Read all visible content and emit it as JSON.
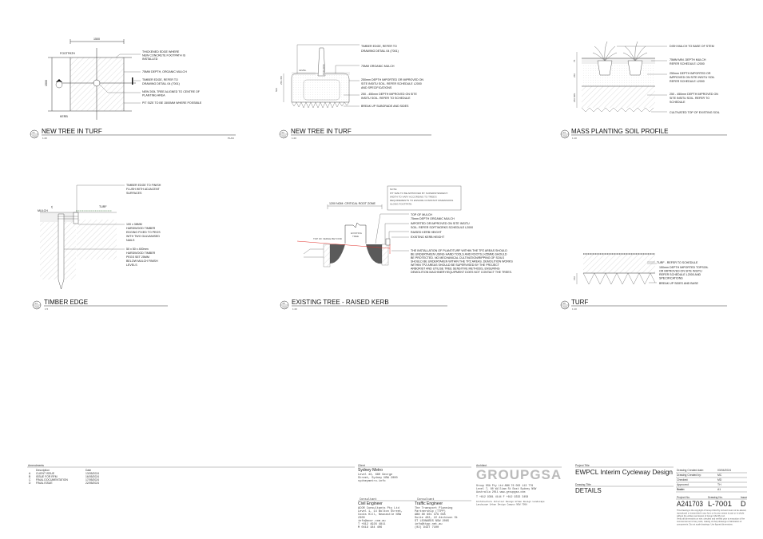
{
  "details": [
    {
      "num": "01",
      "ref": "7001",
      "title": "NEW TREE IN TURF",
      "scale": "1:20",
      "view": "PLAN",
      "dim": "1500",
      "labels": {
        "footpath": "FOOTPATH",
        "kerb": "KERB"
      },
      "notes": [
        "THICKENED EDGE WHERE",
        "NEW CONCRETE FOOTPATH IS",
        "INSTALLED",
        "75MM DEPTH, ORGANIC MULCH",
        "TIMBER EDGE, REFER TO",
        "DRAWING DETAIL 04 (7001)",
        "NEW 200L TREE ALIGNED TO CENTRE OF",
        "PLANTING AREA",
        "PIT SIZE TO BE 1500MM WHERE POSSIBLE"
      ]
    },
    {
      "num": "02",
      "ref": "7001",
      "title": "NEW TREE IN TURF",
      "scale": "1:20",
      "labels": {
        "vertical": "VERTICAL",
        "level": "LEVEL",
        "dim1": "250-450",
        "dim2": "500"
      },
      "notes": [
        "TIMBER EDGE, REFER TO",
        "DRAWING DETAIL 04 (7001)",
        "75MM ORGANIC MULCH",
        "250mm DEPTH IMPORTED OR IMPROVED ON",
        "SITE INSITU SOIL. REFER SCHEDULE L2000",
        "AND SPECIFICATIONS",
        "250 - 450mm DEPTH IMPROVED ON SITE",
        "INSITU SOIL. REFER TO SCHEDULE",
        "BREAK UP SUBGRADE AND SIDES"
      ]
    },
    {
      "num": "03",
      "ref": "7001",
      "title": "MASS PLANTING SOIL PROFILE",
      "scale": "1:10",
      "labels": {
        "dim1": "75",
        "dim2": "250",
        "dim3": "250 MIN."
      },
      "notes": [
        "DISH MULCH TO BASE OF STEM",
        "75MM MIN. DEPTH MULCH",
        "REFER SCHEDULE L2000",
        "250mm DEPTH IMPORTED OR",
        "IMPROVED ON SITE INSITU SOIL",
        "REFER SCHEDULE L2000",
        "250 - 450mm DEPTH IMPROVED ON",
        "SITE INSITU SOIL. REFER TO",
        "SCHEDULE",
        "CULTIVATED TOP OF EXISTING SOIL"
      ]
    },
    {
      "num": "04",
      "ref": "7001",
      "title": "TIMBER EDGE",
      "scale": "1:5",
      "labels": {
        "mulch": "MULCH",
        "turf": "TURF",
        "dim": "25"
      },
      "notes": [
        "TIMBER EDGE TO FINISH",
        "FLUSH WITH ADJACENT",
        "SURFACES",
        "100 x 38MM",
        "HARDWOOD TIMBER",
        "EDGING FIXED TO PEGS",
        "WITH TWO GALVANISED",
        "NAILS",
        "50 x 50 x 400mm",
        "HARDWOOD TIMBER",
        "PEGS SET 25MM",
        "BELOW MULCH FINISH",
        "LEVELS"
      ]
    },
    {
      "num": "05",
      "ref": "7001",
      "title": "EXISTING TREE - RAISED KERB",
      "scale": "1:20",
      "labels": {
        "crz": "1200 NOM. CRITICAL ROOT ZONE",
        "tree1": "EXISTING",
        "tree2": "TREE",
        "verge": "TOP OF VERGE BEYOND"
      },
      "note_box": [
        "NOTE:",
        "PIT SIZE TO BE APPROVED BY SUPERINTENDENT.",
        "WIDTH TO VARY ACCORDING TO TREE'S",
        "REQUIREMENTS TO ENSURE CONSTANT DIMENSIONS",
        "ALONG FOOTPATH."
      ],
      "notes": [
        "TOP OF MULCH",
        "75mm DEPTH ORGANIC MULCH",
        "IMPORTED OR IMPROVED ON SITE INSITU",
        "SOIL. REFER SOFTWORKS SCHEDULE L2000",
        "RAISED KERB HEIGHT",
        "EXISTING KERB HEIGHT"
      ],
      "paragraph": [
        "THE INSTALLATION OF PLANT/TURF WITHIN THE TPZ AREAS SHOULD",
        "BE UNDERTAKEN USING HAND TOOLS AND ROOTS (>25MM) SHOULD",
        "BE PROTECTED. NO MECHANICAL CULTIVATION/RIPPING OF SOILS",
        "SHOULD BE UNDERTAKEN WITHIN THE TPZ AREAS. DEMOLITION WORKS",
        "WITHIN TPZ AREAS SHOULD BE SUPERVISED BY THE PROJECT",
        "ARBORIST AND UTILISE TREE SENSITIVE METHODS, ENSURING",
        "DEMOLITION MACHINERY/EQUIPMENT DOES NOT CONTACT THE TREES."
      ]
    },
    {
      "num": "06",
      "ref": "7001",
      "title": "TURF",
      "scale": "1:10",
      "labels": {
        "dim": "150"
      },
      "notes": [
        "TURF - REFER TO SCHEDULE",
        "150mm DEPTH IMPORTED TOPSOIL",
        "OR IMPROVED ON SITE INSITU",
        "REFER SCHEDULE L2000 AND",
        "SPECIFICATIONS",
        "BREAK UP SIDES AND BASE"
      ]
    }
  ],
  "title_block": {
    "amendments": {
      "heading": "Amendments",
      "col_desc": "Description",
      "col_date": "Date",
      "rows": [
        {
          "rev": "A",
          "desc": "CLIENT ISSUE",
          "date": "13/05/2024"
        },
        {
          "rev": "B",
          "desc": "ISSUE FOR RFM",
          "date": "16/05/2024"
        },
        {
          "rev": "C",
          "desc": "FINAL DOCUMENTATION",
          "date": "17/05/2024"
        },
        {
          "rev": "D",
          "desc": "FINAL ISSUE",
          "date": "22/05/2024"
        }
      ]
    },
    "client": {
      "heading": "Client",
      "name": "Sydney Metro",
      "lines": [
        "Level 43, 680 George",
        "Street, Sydney NSW 2000",
        "sydneymetro.info"
      ]
    },
    "consultants": [
      {
        "heading": "Consultant",
        "role": "Civil Engineer",
        "lines": [
          "ACOR Consultants Pty Ltd",
          "Level 1, 14 Bolton Street,",
          "Cooks Hill, Newcastle NSW",
          "2300",
          "info@acor.com.au",
          "T +612 4926 4811",
          "M 0419 184 406"
        ]
      },
      {
        "heading": "Consultant",
        "role": "Traffic Engineer",
        "lines": [
          "The Transport Planning",
          "Partnership (TTPP)",
          "ABN 80 601 379 095",
          "Suite 402, 22 Atchison St",
          "ST LEONARDS NSW 2065",
          "info@ttpp.net.au",
          "(02) 9437 7100"
        ]
      }
    ],
    "architect": {
      "heading": "Architect",
      "logo": "GROUPGSA",
      "lines": [
        "Group GSA Pty Ltd  ABN 76 002 113 779",
        "Level 7, 80 William St East Sydney NSW",
        "Australia 2011        www.groupgsa.com",
        "T +612 9361 4144       F +612 9332 3458",
        "Architecture Interior Design Urban Design Landscape",
        "Landscape Urban Design Campus            NSW 7098"
      ]
    },
    "project_title_label": "Project Title",
    "project_title": "EWPCL Interim Cycleway Design",
    "drawing_title_label": "Drawing Title",
    "drawing_title": "DETAILS",
    "meta": [
      {
        "k": "Drawing Created date:",
        "v": "03/04/2024"
      },
      {
        "k": "Drawing Created by:",
        "v": "MC"
      },
      {
        "k": "Checked:",
        "v": "MD"
      },
      {
        "k": "Approved:",
        "v": "TH"
      },
      {
        "k": "Scale:",
        "v": "A1"
      }
    ],
    "project_no_label": "Project No.",
    "project_no": "A241703",
    "drawing_no_label": "Drawing No.",
    "drawing_no": "L-7001",
    "issue_label": "Issue",
    "issue": "D",
    "disclaimer": [
      "This drawing is the copyright of Group GSA Pty Ltd and must not be altered,",
      "reproduced or transmitted in any form or by any means in part or in whole",
      "without the written permission of Group GSA Pty Ltd.",
      "Verify all dimensions on site; checked and verified prior to execution of the",
      "commencement of any work, making of shop drawings or fabrication of",
      "components. Do not scale drawings. Use figured dimensions."
    ]
  },
  "colors": {
    "line": "#333333",
    "red": "#e0302a",
    "hatch": "#999999"
  }
}
